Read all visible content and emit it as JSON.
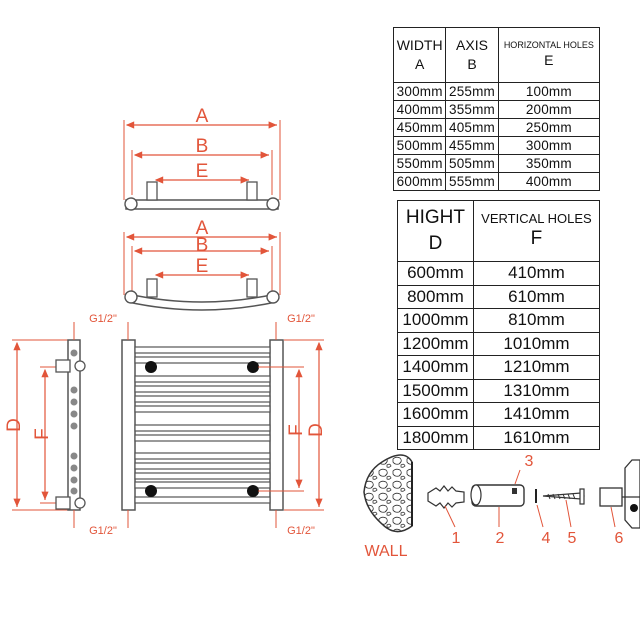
{
  "colors": {
    "dimension": "#e2553a",
    "outline": "#555555",
    "dark": "#222222"
  },
  "dimension_labels": {
    "a": "A",
    "b": "B",
    "e": "E",
    "d": "D",
    "f": "F"
  },
  "connection_label": "G1/2\"",
  "size_table": {
    "headers": [
      {
        "title": "WIDTH",
        "sub": "A"
      },
      {
        "title": "AXIS",
        "sub": "B"
      },
      {
        "title": "HORIZONTAL HOLES",
        "sub": "E"
      }
    ],
    "rows": [
      [
        "300mm",
        "255mm",
        "100mm"
      ],
      [
        "400mm",
        "355mm",
        "200mm"
      ],
      [
        "450mm",
        "405mm",
        "250mm"
      ],
      [
        "500mm",
        "455mm",
        "300mm"
      ],
      [
        "550mm",
        "505mm",
        "350mm"
      ],
      [
        "600mm",
        "555mm",
        "400mm"
      ]
    ]
  },
  "height_table": {
    "headers": [
      {
        "title": "HIGHT",
        "sub": "D"
      },
      {
        "title": "VERTICAL HOLES",
        "sub": "F"
      }
    ],
    "rows": [
      [
        "600mm",
        "410mm"
      ],
      [
        "800mm",
        "610mm"
      ],
      [
        "1000mm",
        "810mm"
      ],
      [
        "1200mm",
        "1010mm"
      ],
      [
        "1400mm",
        "1210mm"
      ],
      [
        "1500mm",
        "1310mm"
      ],
      [
        "1600mm",
        "1410mm"
      ],
      [
        "1800mm",
        "1610mm"
      ]
    ]
  },
  "mounting": {
    "wall_label": "WALL",
    "part_numbers": [
      "1",
      "2",
      "3",
      "4",
      "5",
      "6"
    ]
  }
}
